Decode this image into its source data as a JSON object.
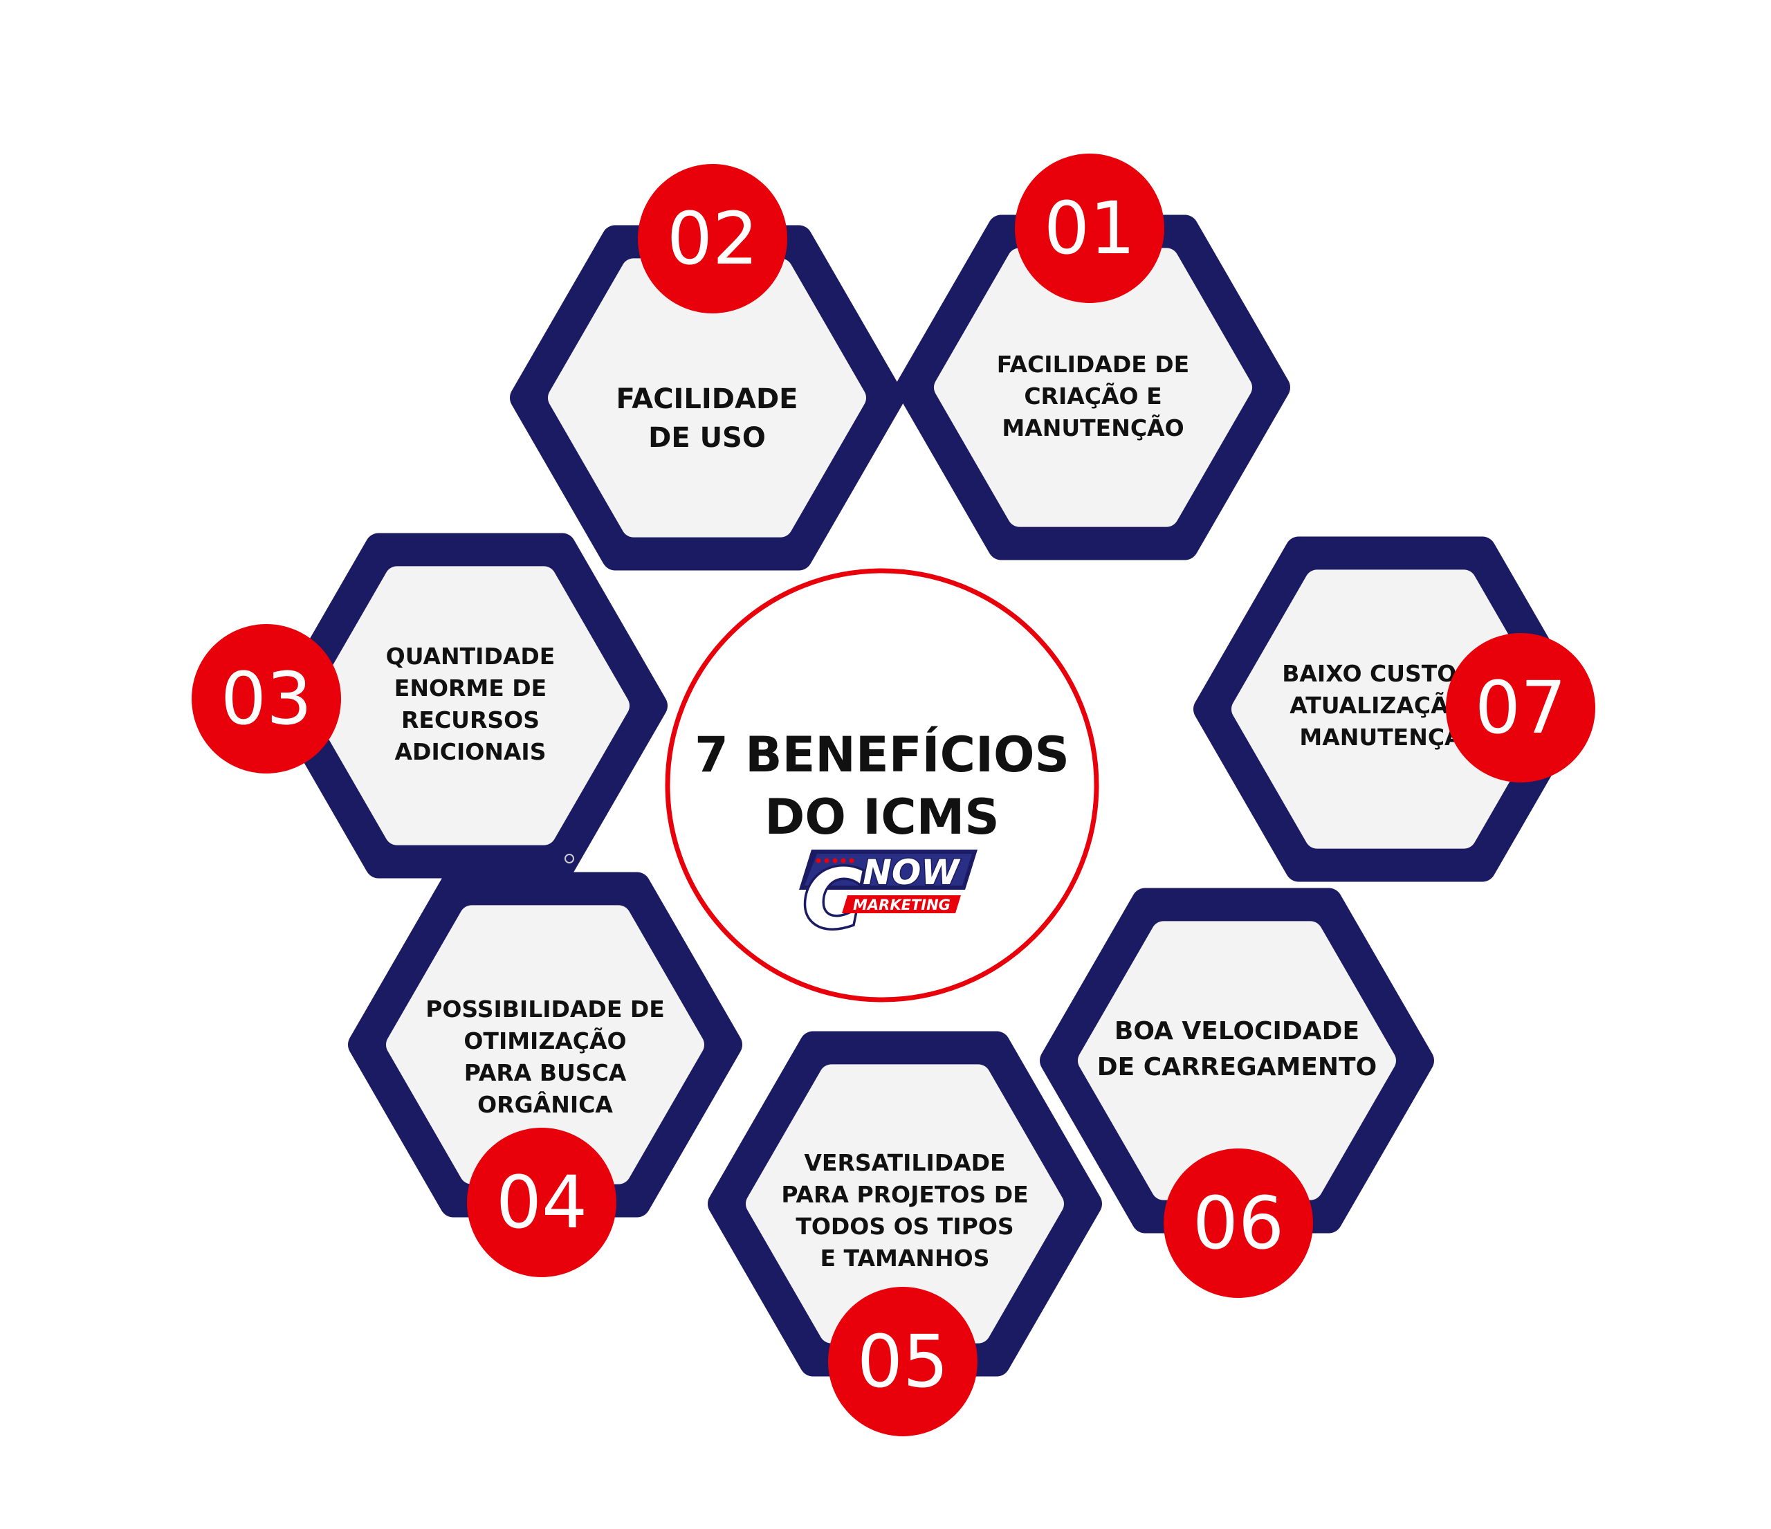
{
  "center": {
    "title_lines": [
      "7 BENEFÍCIOS",
      "DO ICMS"
    ],
    "logo": {
      "letter": "C",
      "word": "NOW",
      "sub": "MARKETING"
    }
  },
  "benefits": [
    {
      "number": "01",
      "lines": [
        "FACILIDADE DE",
        "CRIAÇÃO E",
        "MANUTENÇÃO"
      ]
    },
    {
      "number": "02",
      "lines": [
        "FACILIDADE",
        "DE USO"
      ]
    },
    {
      "number": "03",
      "lines": [
        "QUANTIDADE",
        "ENORME DE",
        "RECURSOS",
        "ADICIONAIS"
      ]
    },
    {
      "number": "04",
      "lines": [
        "POSSIBILIDADE DE",
        "OTIMIZAÇÃO",
        "PARA BUSCA",
        "ORGÂNICA"
      ]
    },
    {
      "number": "05",
      "lines": [
        "VERSATILIDADE",
        "PARA PROJETOS DE",
        "TODOS OS TIPOS",
        "E TAMANHOS"
      ]
    },
    {
      "number": "06",
      "lines": [
        "BOA VELOCIDADE",
        "DE CARREGAMENTO"
      ]
    },
    {
      "number": "07",
      "lines": [
        "BAIXO CUSTO DE",
        "ATUALIZAÇÃO E",
        "MANUTENÇÃO"
      ]
    }
  ],
  "colors": {
    "hex_border": "#1b1b63",
    "hex_fill": "#f3f3f3",
    "accent": "#e8000b"
  }
}
